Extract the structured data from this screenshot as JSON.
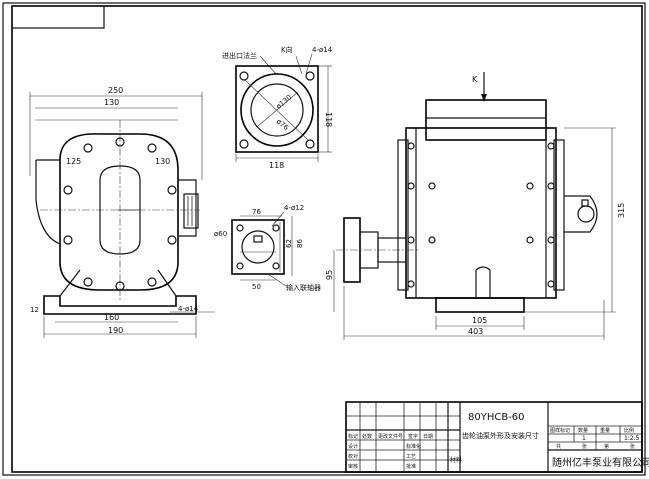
{
  "drawing": {
    "model": "80YHCB-60",
    "subtitle": "齿轮油泵外形及安装尺寸",
    "company": "随州亿丰泵业有限公司",
    "view_direction_label": "K向",
    "arrow_label": "K",
    "inlet_flange_label": "进出口法兰",
    "motor_shaft_label": "输入联轴器",
    "dimensions": {
      "overall_width_side": "250",
      "flange_130_top": "130",
      "r125": "125",
      "r130": "130",
      "base_160": "160",
      "base_190": "190",
      "bolt_4_14_base": "4-ø14",
      "flange_dia_130": "ø130",
      "flange_dia_76": "ø76",
      "flange_118_h": "118",
      "flange_118_v": "118",
      "flange_bolts": "4-ø14",
      "small_76": "76",
      "small_bolts": "4-ø12",
      "small_dia_60": "ø60",
      "small_62": "62",
      "small_86": "86",
      "small_50": "50",
      "front_315": "315",
      "front_95": "95",
      "front_105": "105",
      "front_403": "403",
      "front_12": "12"
    },
    "title_block": {
      "left_headers": [
        "标记",
        "处数",
        "更改文件号",
        "签字",
        "日期"
      ],
      "left_rows": [
        "设计",
        "校对",
        "审核",
        "标准化",
        "工艺",
        "批准"
      ],
      "material_label": "材料",
      "right_headers": [
        "图样标记",
        "数量",
        "重量",
        "比例"
      ],
      "right_values": [
        "",
        "1",
        "",
        "1:2.5"
      ],
      "sheet_labels": [
        "共",
        "张",
        "第",
        "张"
      ]
    }
  }
}
